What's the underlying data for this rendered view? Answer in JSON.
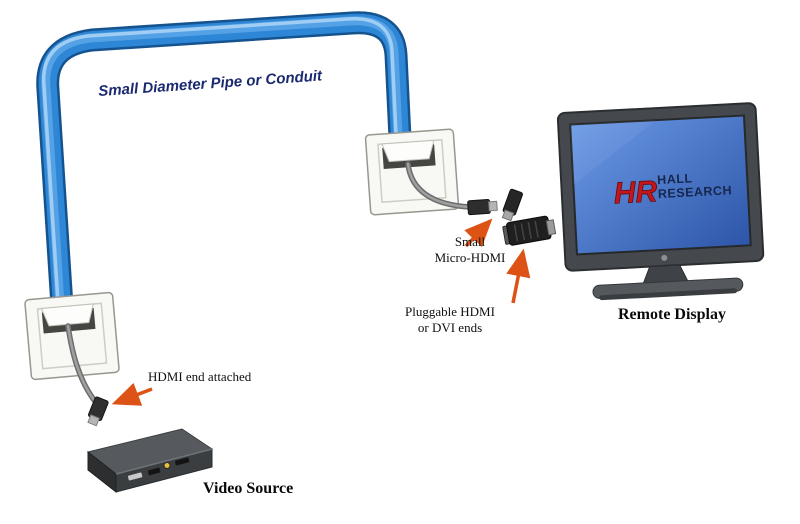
{
  "diagram": {
    "pipe_label": "Small Diameter Pipe or Conduit",
    "callouts": {
      "hdmi_end": "HDMI end attached",
      "micro_hdmi_line1": "Small",
      "micro_hdmi_line2": "Micro-HDMI",
      "pluggable_line1": "Pluggable HDMI",
      "pluggable_line2": "or DVI ends"
    },
    "devices": {
      "video_source_label": "Video Source",
      "remote_display_label": "Remote Display"
    },
    "logo": {
      "hr": "HR",
      "line1": "HALL",
      "line2": "RESEARCH"
    },
    "colors": {
      "pipe_blue": "#2e86d6",
      "pipe_outline": "#15538f",
      "pipe_highlight": "#a8d2f5",
      "label_blue": "#1b2a70",
      "arrow_orange": "#dd5316",
      "screen_blue": "#3f6fc9",
      "logo_red": "#c3151b"
    }
  }
}
